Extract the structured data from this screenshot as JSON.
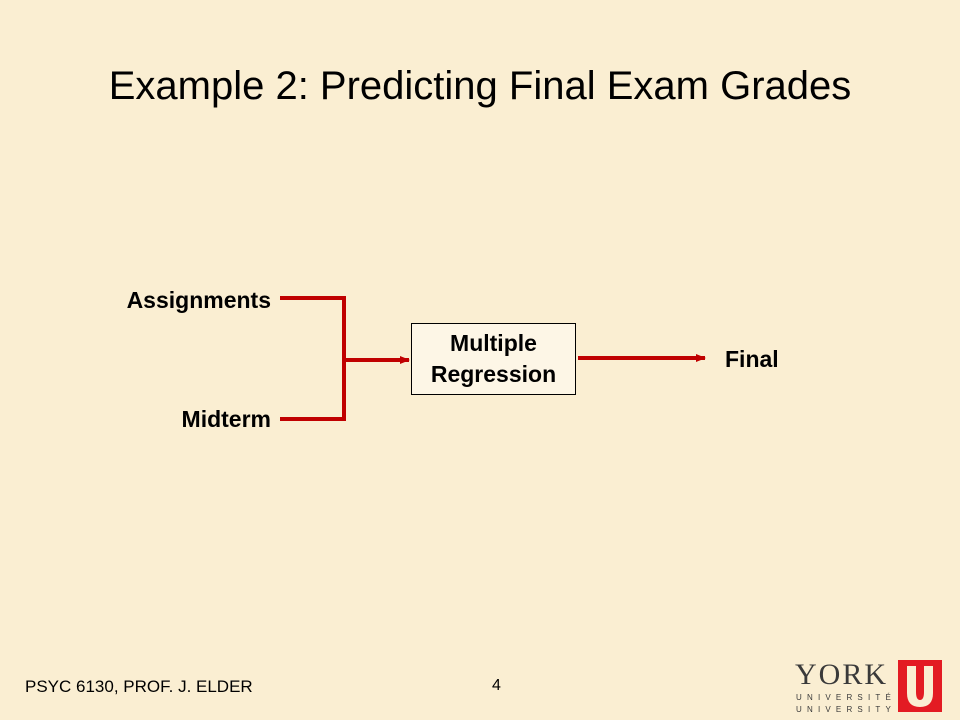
{
  "slide": {
    "title": "Example 2:  Predicting Final Exam Grades",
    "footer": "PSYC 6130, PROF. J. ELDER",
    "page_number": "4"
  },
  "diagram": {
    "inputs": [
      "Assignments",
      "Midterm"
    ],
    "process_lines": [
      "Multiple",
      "Regression"
    ],
    "output": "Final",
    "arrow_color": "#c00000"
  },
  "logo": {
    "word": "YORK",
    "sub_fr": "UNIVERSITÉ",
    "sub_en": "UNIVERSITY",
    "mark_color": "#e31b23"
  }
}
